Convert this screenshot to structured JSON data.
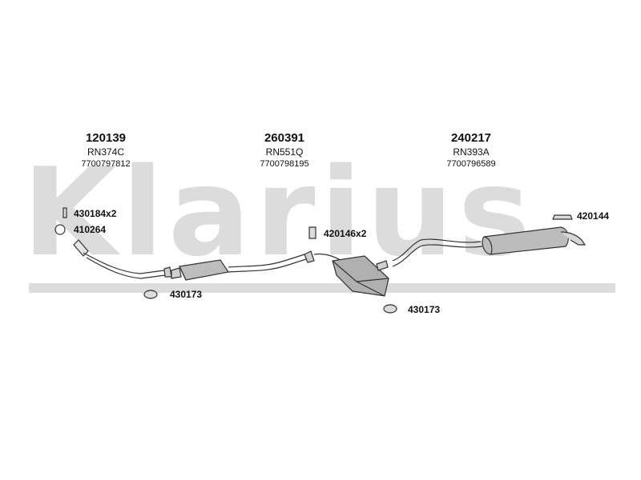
{
  "watermark": {
    "brand": "Klarius"
  },
  "parts": [
    {
      "number": "120139",
      "code": "RN374C",
      "oe": "7700797812"
    },
    {
      "number": "260391",
      "code": "RN551Q",
      "oe": "7700798195"
    },
    {
      "number": "240217",
      "code": "RN393A",
      "oe": "7700796589"
    }
  ],
  "accessories": {
    "bolt": "430184x2",
    "ring": "410264",
    "clamp_left": "430173",
    "hanger_mid": "420146x2",
    "clamp_right": "430173",
    "rubber": "420144"
  }
}
